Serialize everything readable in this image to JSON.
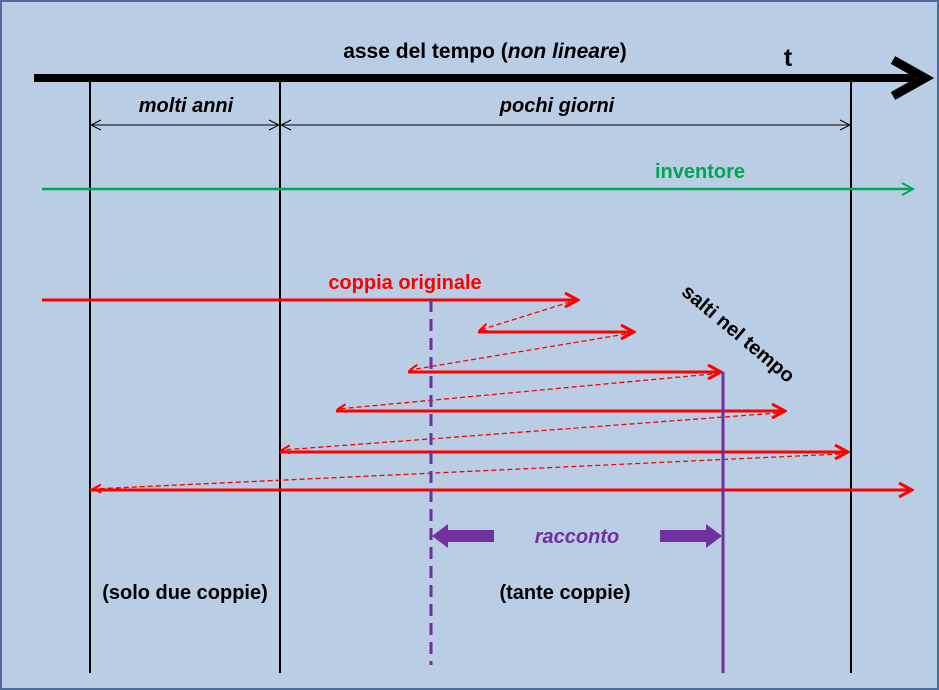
{
  "axis": {
    "title_prefix": "asse del tempo (",
    "title_italic": "non lineare",
    "title_suffix": ")",
    "symbol": "t"
  },
  "spans": {
    "left": "molti anni",
    "right": "pochi giorni"
  },
  "labels": {
    "inventor": "inventore",
    "original_couple": "coppia originale",
    "time_jumps": "salti nel tempo",
    "story": "racconto",
    "only_two_couples": "(solo due coppie)",
    "many_couples": "(tante coppie)"
  },
  "colors": {
    "background": "#b9cde5",
    "axis": "#000000",
    "inventor": "#00a651",
    "couple": "#ff0000",
    "story": "#7030a0"
  }
}
